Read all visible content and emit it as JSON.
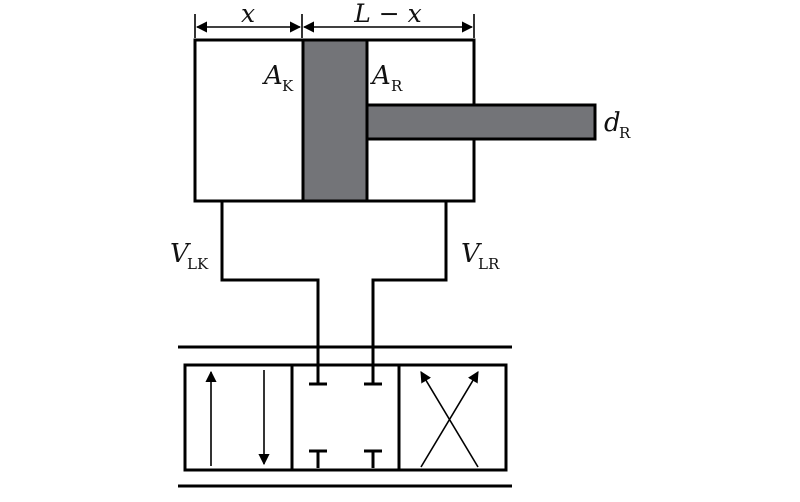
{
  "labels": {
    "dim_x": "x",
    "dim_lx": "L − x",
    "a_k_main": "A",
    "a_k_sub": "K",
    "a_r_main": "A",
    "a_r_sub": "R",
    "d_r_main": "d",
    "d_r_sub": "R",
    "v_lk_main": "V",
    "v_lk_sub": "LK",
    "v_lr_main": "V",
    "v_lr_sub": "LR"
  },
  "colors": {
    "piston": "#737478",
    "line": "#000000"
  }
}
